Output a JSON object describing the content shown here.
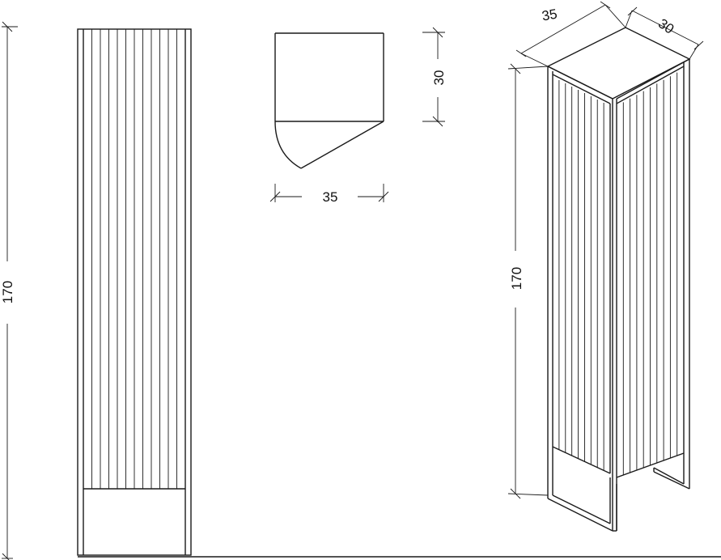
{
  "drawing": {
    "front_view": {
      "height_label": "170"
    },
    "plan_view": {
      "depth_label": "30",
      "width_label": "35"
    },
    "iso_view": {
      "width_label": "35",
      "depth_label": "30",
      "height_label": "170"
    }
  }
}
